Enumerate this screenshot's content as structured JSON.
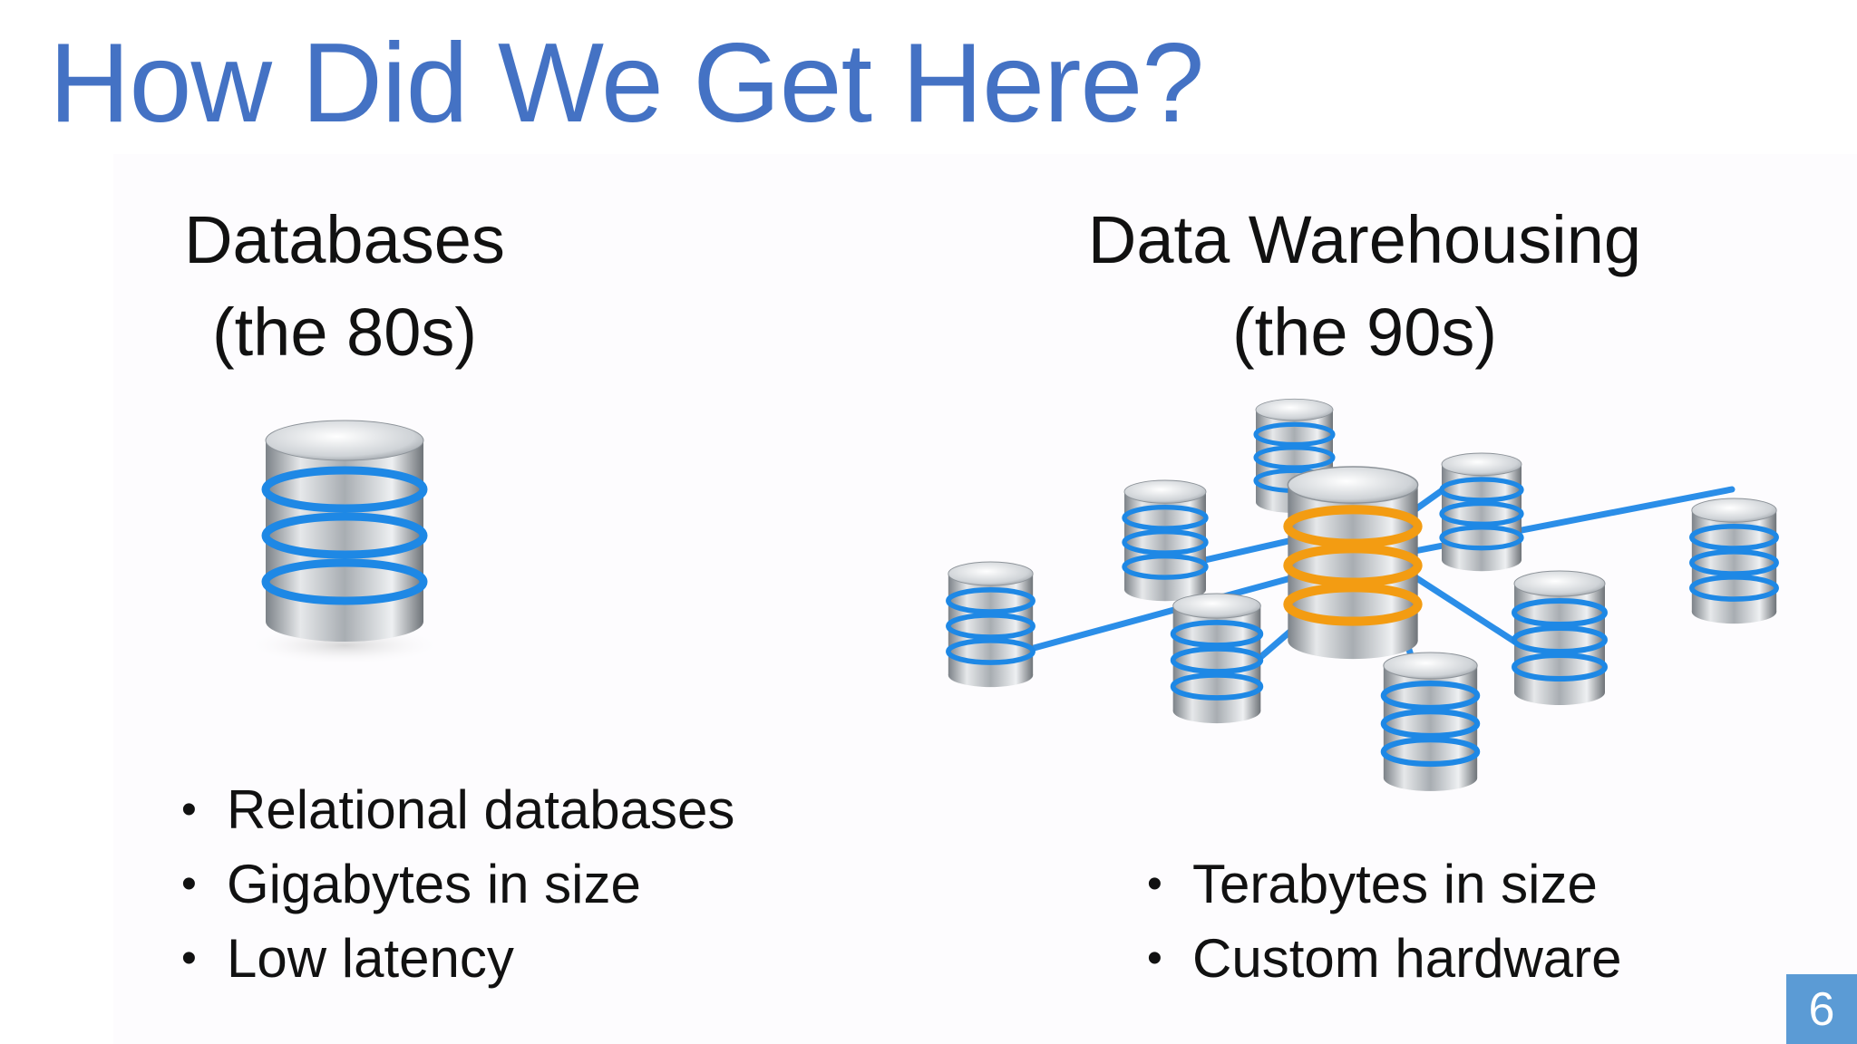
{
  "slide": {
    "title": "How Did We Get Here?",
    "left": {
      "heading_line1": "Databases",
      "heading_line2": "(the 80s)",
      "bullets": [
        "Relational databases",
        "Gigabytes in size",
        "Low latency"
      ]
    },
    "right": {
      "heading_line1": "Data Warehousing",
      "heading_line2": "(the 90s)",
      "bullets": [
        "Terabytes in size",
        "Custom hardware"
      ]
    },
    "page_number": "6"
  },
  "icons": {
    "left": "database-stack-icon",
    "right": "database-network-icon"
  },
  "colors": {
    "title": "#4472c4",
    "text": "#111111",
    "accent_blue": "#1e88e5",
    "accent_orange": "#f39c12",
    "page_badge": "#5b9bd5"
  }
}
